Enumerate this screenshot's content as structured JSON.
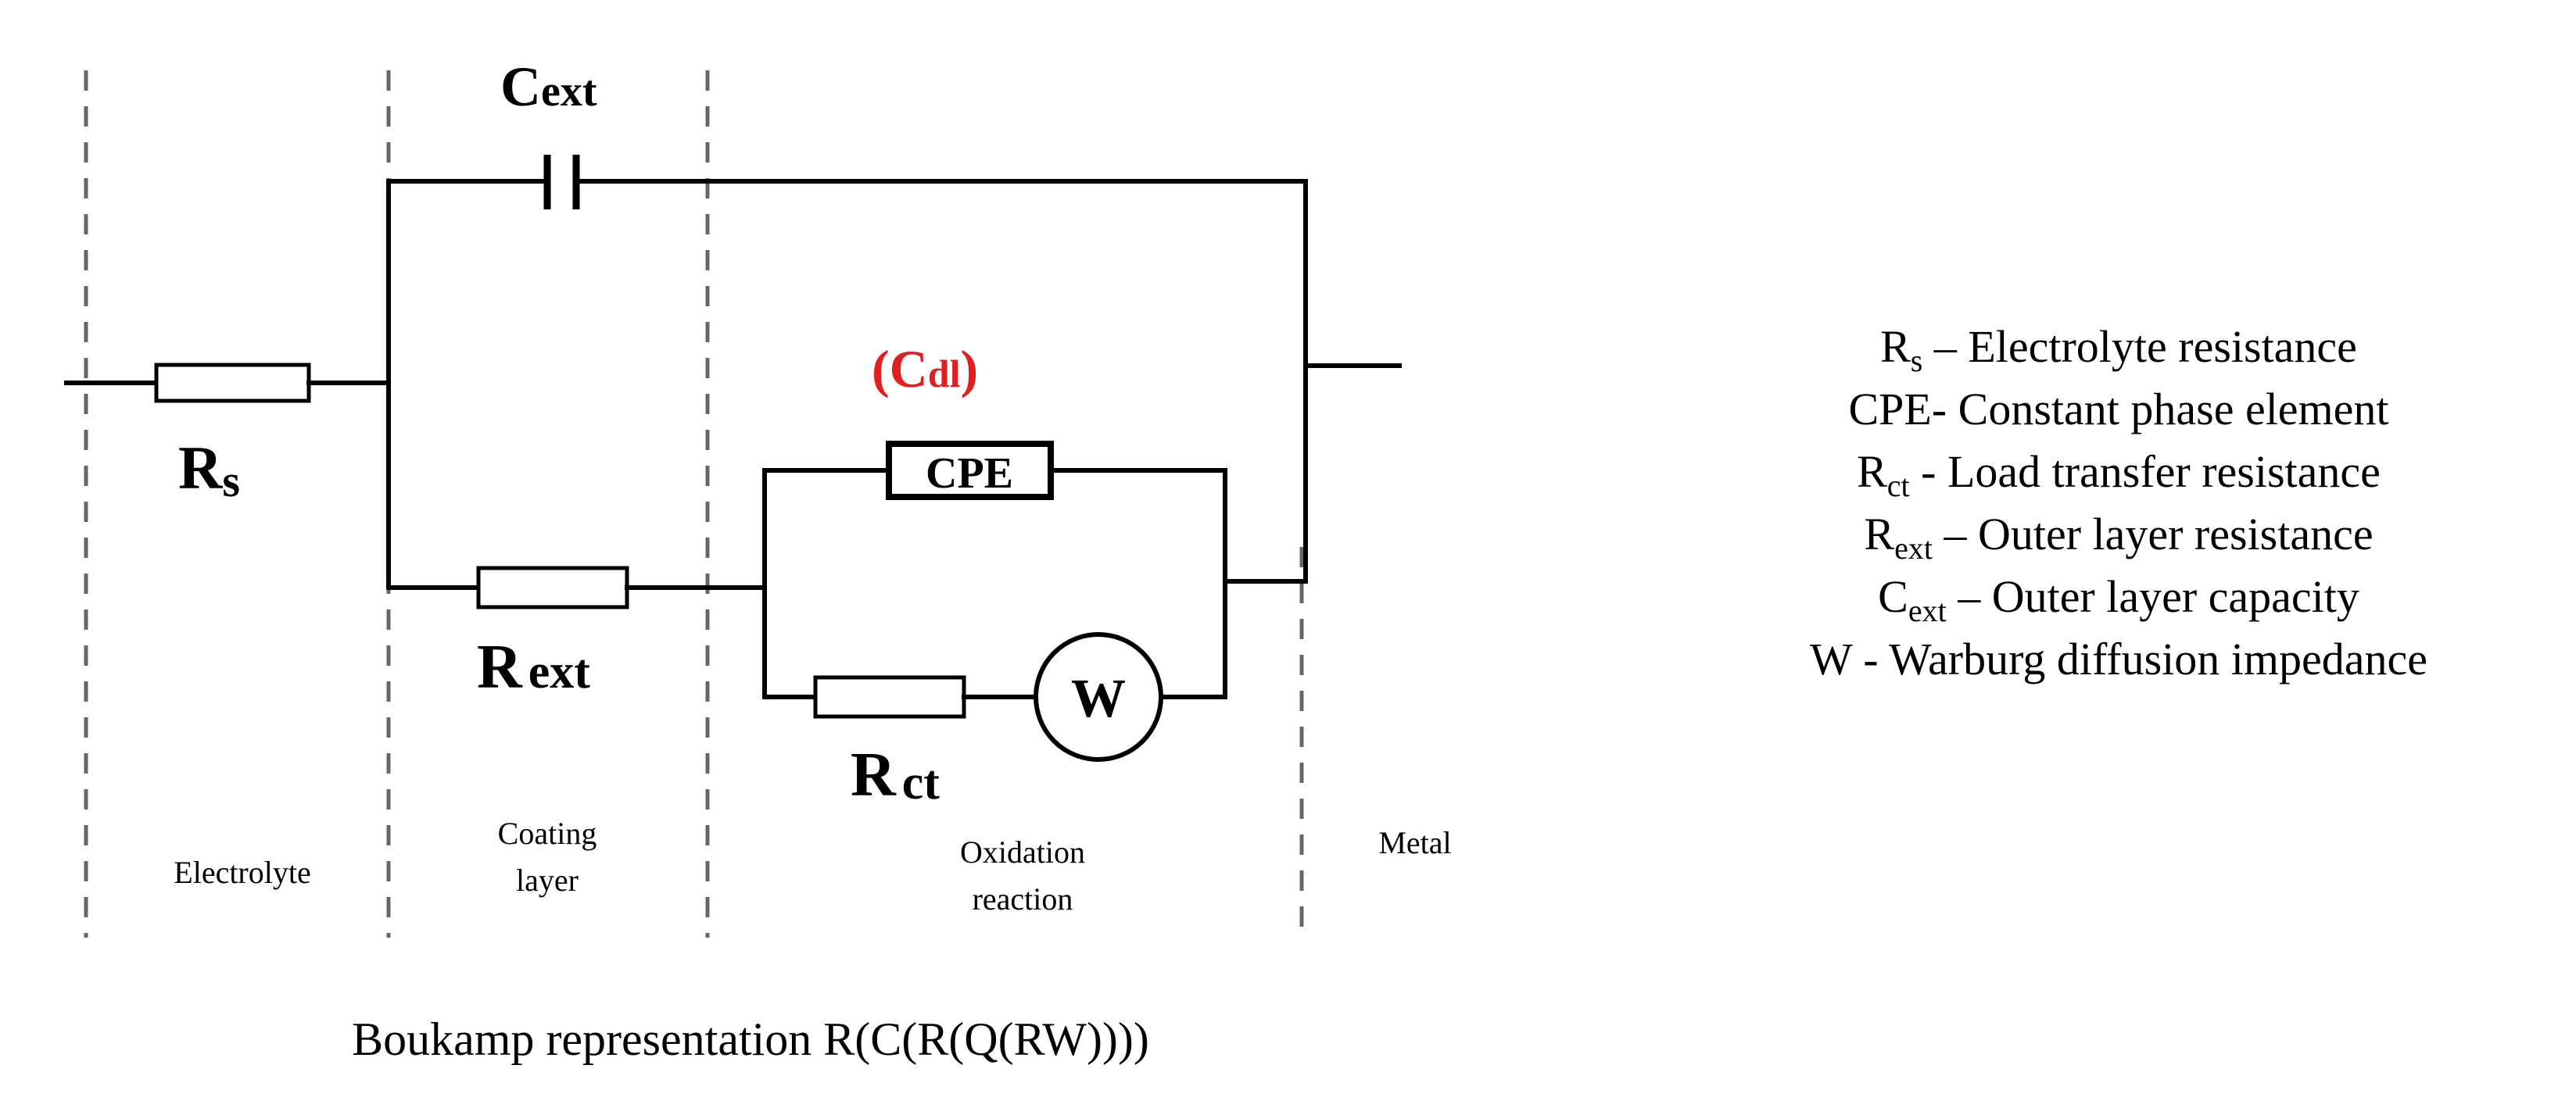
{
  "components": {
    "cext": {
      "main": "C",
      "sub": "ext"
    },
    "rs": {
      "main": "R",
      "sub": "s"
    },
    "cdl": {
      "open": "(",
      "main": "C",
      "sub": "dl",
      "close": ")"
    },
    "cpe": "CPE",
    "warburg": "W",
    "rext": {
      "main": "R",
      "sub": "ext"
    },
    "rct": {
      "main": "R",
      "sub": "ct"
    }
  },
  "regions": {
    "electrolyte": [
      "Electrolyte"
    ],
    "coating_layer": [
      "Coating",
      "layer"
    ],
    "oxidation_reaction": [
      "Oxidation",
      "reaction"
    ],
    "metal": [
      "Metal"
    ]
  },
  "legend": [
    {
      "symbol": "R",
      "sub": "s",
      "text": " – Electrolyte resistance"
    },
    {
      "symbol": "CPE",
      "sub": "",
      "text": "- Constant phase element"
    },
    {
      "symbol": "R",
      "sub": "ct",
      "text": " - Load transfer resistance"
    },
    {
      "symbol": "R",
      "sub": "ext",
      "text": " – Outer layer resistance"
    },
    {
      "symbol": "C",
      "sub": "ext",
      "text": " – Outer layer capacity"
    },
    {
      "symbol": "W",
      "sub": "",
      "text": " - Warburg diffusion impedance"
    }
  ],
  "caption": "Boukamp representation R(C(R(Q(RW))))",
  "colors": {
    "line": "#000000",
    "dl_label": "#e02020",
    "divider": "#666666"
  }
}
